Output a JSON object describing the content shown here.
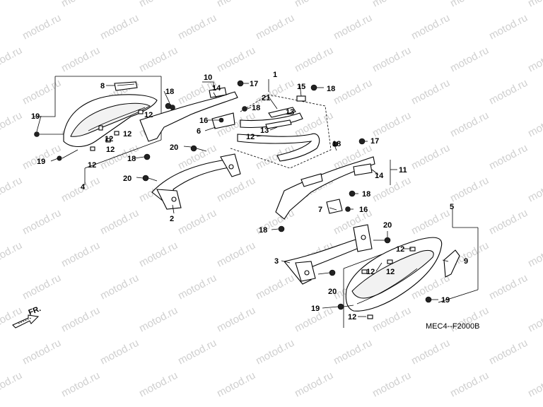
{
  "watermark": "motod.ru",
  "diagram_code": "MEC4--F2000B",
  "front_arrow_label": "FR.",
  "callouts": {
    "c1": "1",
    "c2": "2",
    "c3": "3",
    "c4": "4",
    "c5": "5",
    "c6": "6",
    "c7": "7",
    "c8": "8",
    "c9": "9",
    "c10": "10",
    "c11": "11",
    "c12": "12",
    "c13": "13",
    "c14": "14",
    "c15": "15",
    "c16": "16",
    "c17": "17",
    "c18": "18",
    "c19": "19",
    "c20": "20",
    "c21": "21"
  }
}
